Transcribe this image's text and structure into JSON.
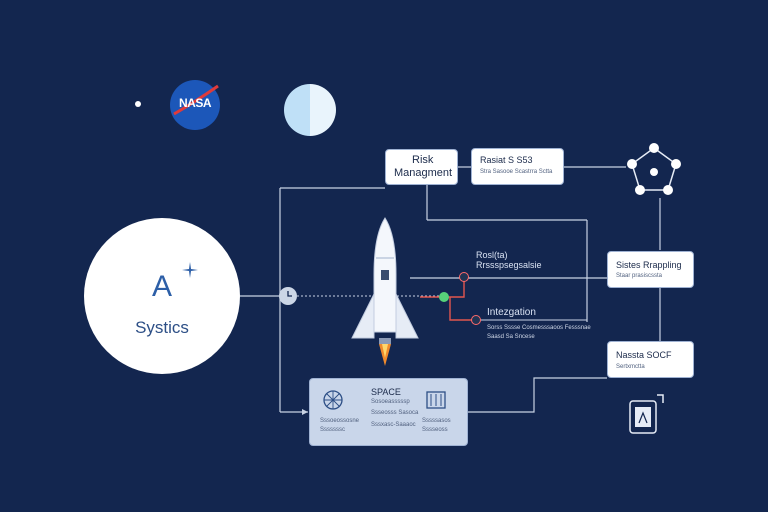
{
  "logos": {
    "nasa": {
      "text": "NASA"
    },
    "main": {
      "letter": "A",
      "word": "Systics"
    }
  },
  "boxes": {
    "risk": {
      "title_line1": "Risk",
      "title_line2": "Managment"
    },
    "top_right": {
      "title": "Rasiat S S53",
      "sub": "Stra Sasooe Scastrra Sctta"
    },
    "station": {
      "title": "Sistes Rrappling",
      "sub": "Staar prasiscssta"
    },
    "nassa": {
      "title": "Nassta SOCF",
      "sub": "Sertxmctta"
    }
  },
  "labels": {
    "risk_ident": {
      "line1": "Rosl(ta)",
      "line2": "Rrssspsegsalsie"
    },
    "integration": {
      "title": "Intezgation",
      "line1": "Sorss Sssse Cosmesssaoos Fesssnae",
      "line2": "Saasd Sa Sncese"
    }
  },
  "bottom_panel": {
    "title": "SPACE",
    "sub1": "Sosoeasssssp",
    "sub2": "Ssseosss Sasoca",
    "sub3": "Sssxasc-Saaaoc",
    "left_line1": "Sssoeossosne",
    "left_line2": "Sssssssc",
    "right_line1": "Sssssasos",
    "right_line2": "Sssseoss"
  },
  "colors": {
    "background": "#13264f",
    "connector": "#c8d2e4",
    "red_connector": "#e2564f",
    "green_node": "#57d27a",
    "accent_blue": "#2d5fa7"
  },
  "icons": [
    "nasa-logo",
    "moon-icon",
    "rocket-icon",
    "clock-icon",
    "network-icon",
    "globe-icon",
    "server-icon",
    "mobile-icon",
    "star-icon"
  ]
}
